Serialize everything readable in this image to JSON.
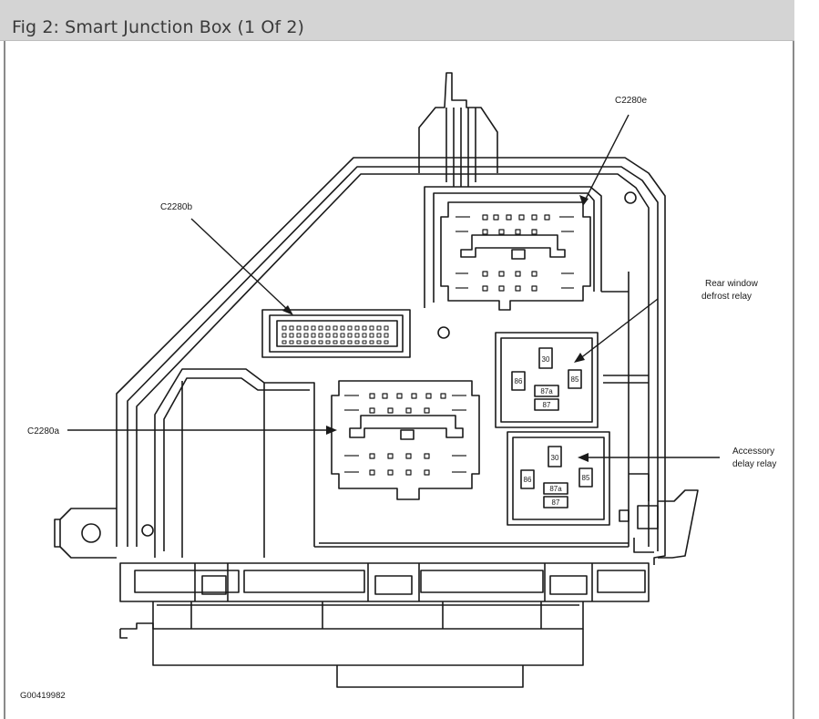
{
  "header": {
    "title": "Fig 2: Smart Junction Box (1 Of 2)"
  },
  "labels": {
    "c2280e": "C2280e",
    "c2280b": "C2280b",
    "c2280a": "C2280a",
    "rear_defrost_line1": "Rear window",
    "rear_defrost_line2": "defrost relay",
    "accessory_line1": "Accessory",
    "accessory_line2": "delay relay",
    "figure_id": "G00419982"
  },
  "relay_pins": {
    "pin_30": "30",
    "pin_86": "86",
    "pin_85": "85",
    "pin_87a": "87a",
    "pin_87": "87"
  },
  "colors": {
    "line": "#1a1a1a",
    "title_bg": "#d4d4d4",
    "title_text": "#3a3a3a"
  }
}
